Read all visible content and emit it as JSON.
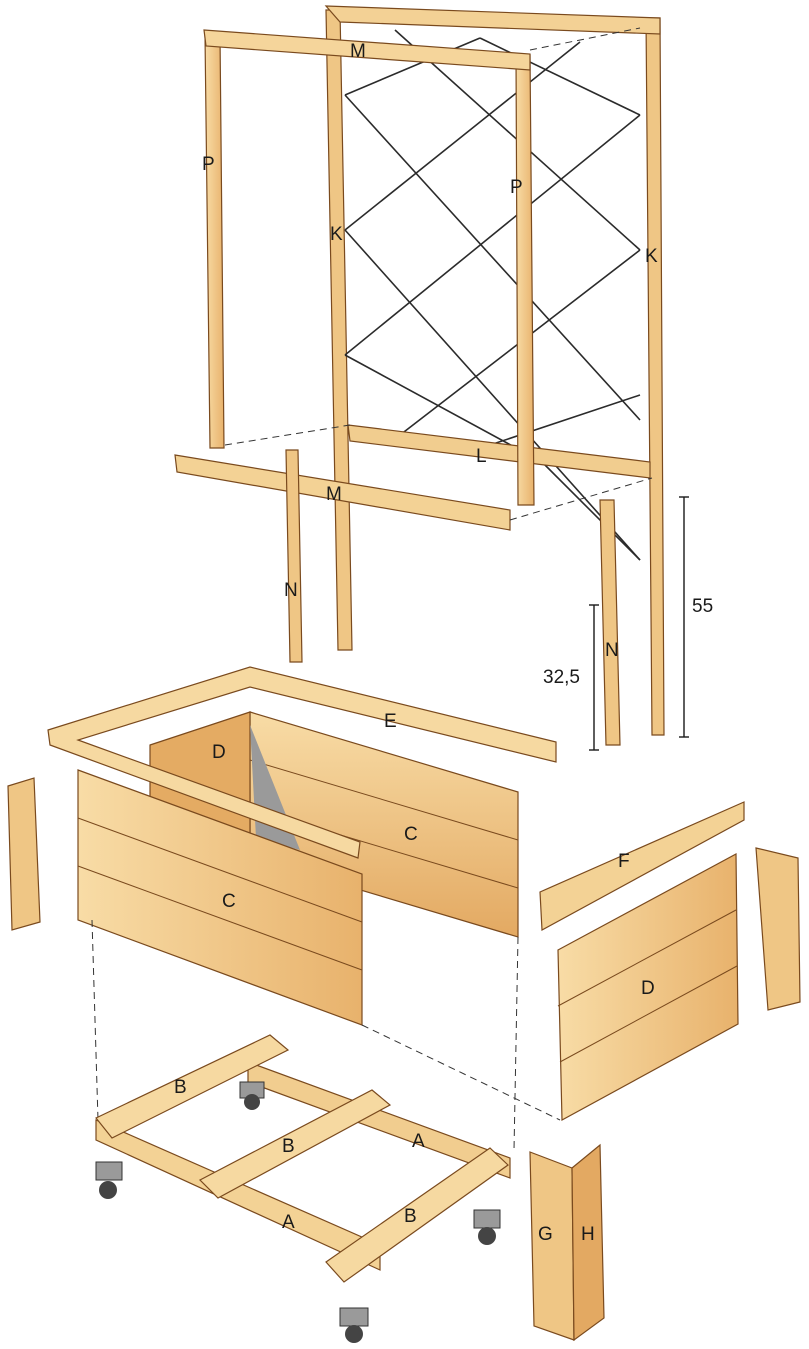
{
  "colors": {
    "wood_light": "#f6d69a",
    "wood_mid": "#e9b470",
    "wood_dark": "#c98a45",
    "wood_line": "#7a4a1e",
    "shadow": "#9a9a9a",
    "wire": "#2b2b2b",
    "metal": "#8c8c8c"
  },
  "labels": {
    "m_top": "M",
    "p_left": "P",
    "p_right": "P",
    "k_left": "K",
    "k_right": "K",
    "l_bottom": "L",
    "m_bottom": "M",
    "n_left": "N",
    "n_right": "N",
    "e_frame": "E",
    "d_back": "D",
    "c_back": "C",
    "c_front": "C",
    "f_strip": "F",
    "d_side": "D",
    "b_left": "B",
    "b_middle": "B",
    "b_right": "B",
    "a_back": "A",
    "a_front": "A",
    "g_post": "G",
    "h_post": "H"
  },
  "dimensions": {
    "height_55": "55",
    "height_32_5": "32,5"
  }
}
